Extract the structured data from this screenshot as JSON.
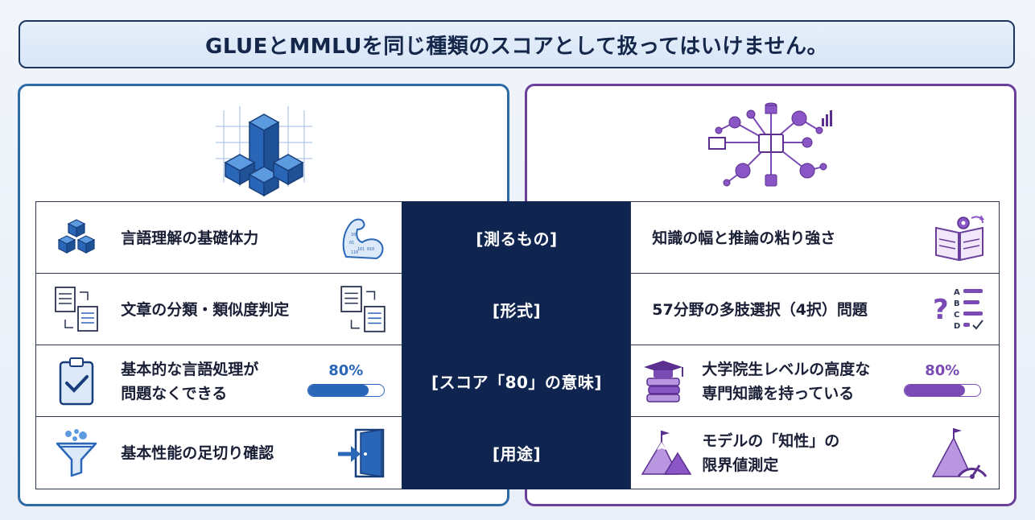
{
  "title": "GLUEとMMLUを同じ種類のスコアとして扱ってはいけません。",
  "colors": {
    "glue_accent": "#2a66b8",
    "mmlu_accent": "#7b4bb5",
    "center_bg": "#0f2550"
  },
  "rows": [
    {
      "category": "[測るもの]",
      "glue": {
        "text": "言語理解の基礎体力",
        "icon": "cubes-icon",
        "right_icon": "muscle-arm-icon"
      },
      "mmlu": {
        "text": "知識の幅と推論の粘り強さ",
        "right_icon": "book-gear-icon"
      }
    },
    {
      "category": "[形式]",
      "glue": {
        "text": "文章の分類・類似度判定",
        "icon": "documents-compare-icon",
        "right_icon": "documents-compare-icon"
      },
      "mmlu": {
        "text": "57分野の多肢選択（4択）問題",
        "right_icon": "multiple-choice-icon"
      }
    },
    {
      "category": "[スコア「80」の意味]",
      "glue": {
        "line1": "基本的な言語処理が",
        "line2": "問題なくできる",
        "icon": "clipboard-check-icon",
        "progress_label": "80%",
        "progress": 0.8
      },
      "mmlu": {
        "line1": "大学院生レベルの高度な",
        "line2": "専門知識を持っている",
        "icon": "graduation-books-icon",
        "progress_label": "80%",
        "progress": 0.8
      }
    },
    {
      "category": "[用途]",
      "glue": {
        "text": "基本性能の足切り確認",
        "icon": "funnel-icon",
        "right_icon": "door-enter-icon"
      },
      "mmlu": {
        "line1": "モデルの「知性」の",
        "line2": "限界値測定",
        "icon": "mountain-flag-icon",
        "right_icon": "mountain-gauge-icon"
      }
    }
  ]
}
